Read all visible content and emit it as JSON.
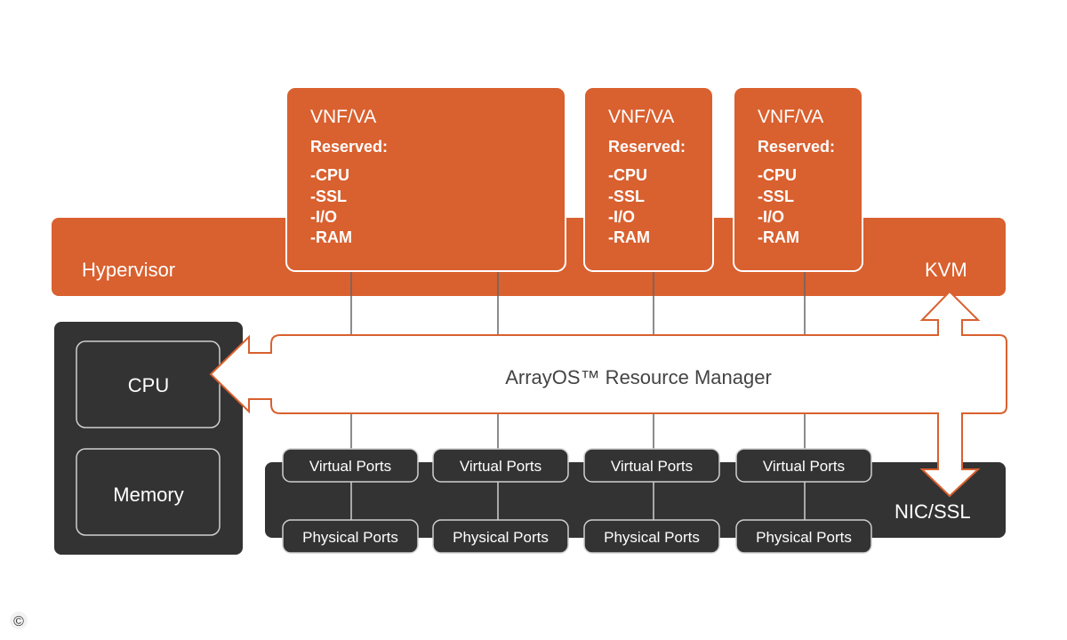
{
  "colors": {
    "orange": "#d9602f",
    "dark": "#333333",
    "white": "#ffffff",
    "connector": "#666666"
  },
  "hypervisor": {
    "label": "Hypervisor",
    "right_label": "KVM"
  },
  "vnfs": [
    {
      "title": "VNF/VA",
      "reserved_label": "Reserved:",
      "items": [
        "-CPU",
        "-SSL",
        "-I/O",
        "-RAM"
      ]
    },
    {
      "title": "VNF/VA",
      "reserved_label": "Reserved:",
      "items": [
        "-CPU",
        "-SSL",
        "-I/O",
        "-RAM"
      ]
    },
    {
      "title": "VNF/VA",
      "reserved_label": "Reserved:",
      "items": [
        "-CPU",
        "-SSL",
        "-I/O",
        "-RAM"
      ]
    }
  ],
  "resource_manager": {
    "label": "ArrayOS™ Resource Manager"
  },
  "host": {
    "cpu_label": "CPU",
    "memory_label": "Memory"
  },
  "nic": {
    "label": "NIC/SSL",
    "virtual_ports": [
      "Virtual Ports",
      "Virtual Ports",
      "Virtual Ports",
      "Virtual Ports"
    ],
    "physical_ports": [
      "Physical Ports",
      "Physical Ports",
      "Physical Ports",
      "Physical Ports"
    ]
  },
  "copyright_symbol": "©"
}
